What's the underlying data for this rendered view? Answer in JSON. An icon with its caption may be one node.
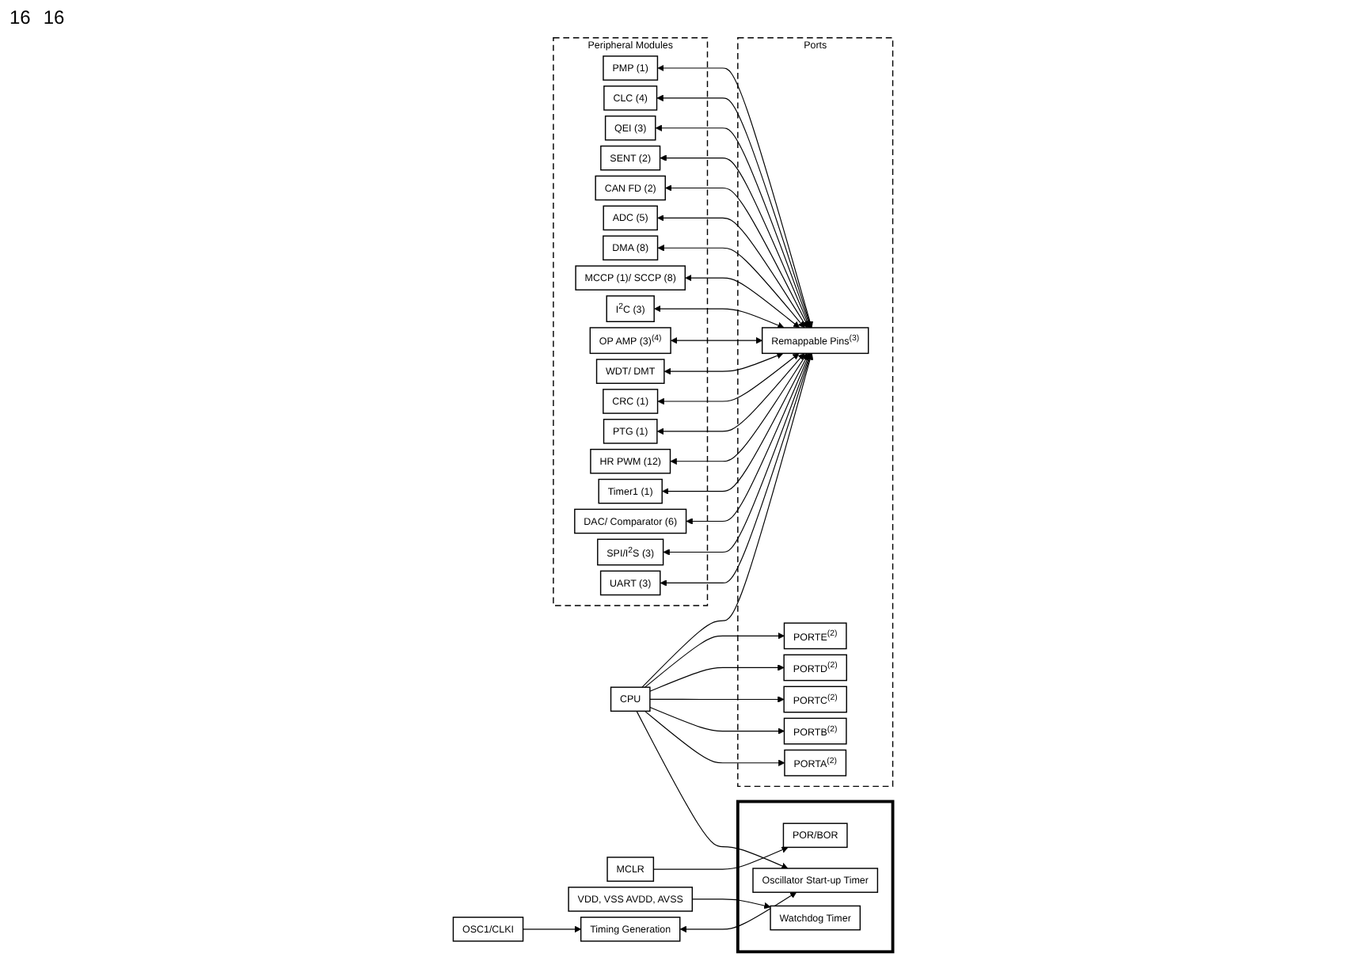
{
  "diagram": {
    "nodes": [
      {
        "text": [
          "CPU"
        ]
      },
      {
        "text": [
          "OSC1/CLKI"
        ]
      },
      {
        "text": [
          "Timing Generation"
        ]
      },
      {
        "text": [],
        "shape": "box"
      },
      {
        "text": [
          "Oscillator Start-up Timer"
        ],
        "in": 3
      },
      {
        "text": [
          "POR/BOR"
        ],
        "in": 3
      },
      {
        "text": [
          "Watchdog Timer"
        ],
        "in": 3
      },
      {
        "text": [
          "MCLR"
        ]
      },
      {
        "text": [
          "VDD, VSS AVDD, AVSS"
        ]
      },
      {
        "text": [
          "Ports"
        ]
      },
      {
        "text": [
          "PORTA$^{(2)}$"
        ],
        "in": 9
      },
      {
        "text": [
          "PORTB$^{(2)}$"
        ],
        "in": 9
      },
      {
        "text": [
          "PORTC$^{(2)}$"
        ],
        "in": 9
      },
      {
        "text": [
          "PORTD$^{(2)}$"
        ],
        "in": 9
      },
      {
        "text": [
          "PORTE$^{(2)}$"
        ],
        "in": 9
      },
      {
        "text": [
          "Remappable Pins$^{(3)}$"
        ],
        "in": 9
      },
      {
        "text": [
          "Peripheral Modules"
        ]
      },
      {
        "text": [
          "PMP (1)"
        ],
        "in": 16
      },
      {
        "text": [
          "CLC (4)"
        ],
        "in": 16
      },
      {
        "text": [
          "QEI (3)"
        ],
        "in": 16
      },
      {
        "text": [
          "SENT (2)"
        ],
        "in": 16
      },
      {
        "text": [
          "CAN FD (2)"
        ],
        "in": 16
      },
      {
        "text": [
          "ADC (5)"
        ],
        "in": 16
      },
      {
        "text": [
          "DMA (8)"
        ],
        "in": 16
      },
      {
        "text": [
          "MCCP (1)/ SCCP (8)"
        ],
        "in": 16
      },
      {
        "text": [
          "I$^{2}$C (3)"
        ],
        "in": 16
      },
      {
        "text": [
          "OP AMP (3)$^{(4)}$"
        ],
        "in": 16
      },
      {
        "text": [
          "WDT/ DMT"
        ],
        "in": 16
      },
      {
        "text": [
          "CRC (1)"
        ],
        "in": 16
      },
      {
        "text": [
          "PTG (1)"
        ],
        "in": 16
      },
      {
        "text": [
          "HR PWM (12)"
        ],
        "in": 16
      },
      {
        "text": [
          "Timer1 (1)"
        ],
        "in": 16
      },
      {
        "text": [
          "DAC/ Comparator (6)"
        ],
        "in": 16
      },
      {
        "text": [
          "SPI/I$^{2}$S (3)"
        ],
        "in": 16
      },
      {
        "text": [
          "UART (3)"
        ],
        "in": 16
      }
    ],
    "edges": [
      {
        "from": 0,
        "to": 4,
        "arrow": "to"
      },
      {
        "from": 1,
        "to": 2,
        "arrow": "to"
      },
      {
        "from": 2,
        "to": 4,
        "arrow": "both"
      },
      {
        "from": 7,
        "to": 5,
        "arrow": "to"
      },
      {
        "from": 8,
        "to": 6,
        "arrow": "to"
      },
      {
        "from": 0,
        "to": 10,
        "arrow": "to"
      },
      {
        "from": 0,
        "to": 11,
        "arrow": "to"
      },
      {
        "from": 0,
        "to": 12,
        "arrow": "to"
      },
      {
        "from": 0,
        "to": 13,
        "arrow": "to"
      },
      {
        "from": 0,
        "to": 14,
        "arrow": "to"
      },
      {
        "from": 0,
        "to": 15,
        "arrow": "to"
      },
      {
        "from": 17,
        "to": 15,
        "arrow": "both"
      },
      {
        "from": 18,
        "to": 15,
        "arrow": "both"
      },
      {
        "from": 19,
        "to": 15,
        "arrow": "both"
      },
      {
        "from": 20,
        "to": 15,
        "arrow": "both"
      },
      {
        "from": 21,
        "to": 15,
        "arrow": "both"
      },
      {
        "from": 22,
        "to": 15,
        "arrow": "both"
      },
      {
        "from": 23,
        "to": 15,
        "arrow": "both"
      },
      {
        "from": 24,
        "to": 15,
        "arrow": "both"
      },
      {
        "from": 25,
        "to": 15,
        "arrow": "both"
      },
      {
        "from": 26,
        "to": 15,
        "arrow": "both"
      },
      {
        "from": 27,
        "to": 15,
        "arrow": "both"
      },
      {
        "from": 28,
        "to": 15,
        "arrow": "both"
      },
      {
        "from": 29,
        "to": 15,
        "arrow": "both"
      },
      {
        "from": 30,
        "to": 15,
        "arrow": "both"
      },
      {
        "from": 31,
        "to": 15,
        "arrow": "both"
      },
      {
        "from": 32,
        "to": 15,
        "arrow": "both"
      },
      {
        "from": 33,
        "to": 15,
        "arrow": "both"
      },
      {
        "from": 34,
        "to": 15,
        "arrow": "both"
      }
    ],
    "labels": [
      "16",
      "16"
    ]
  }
}
